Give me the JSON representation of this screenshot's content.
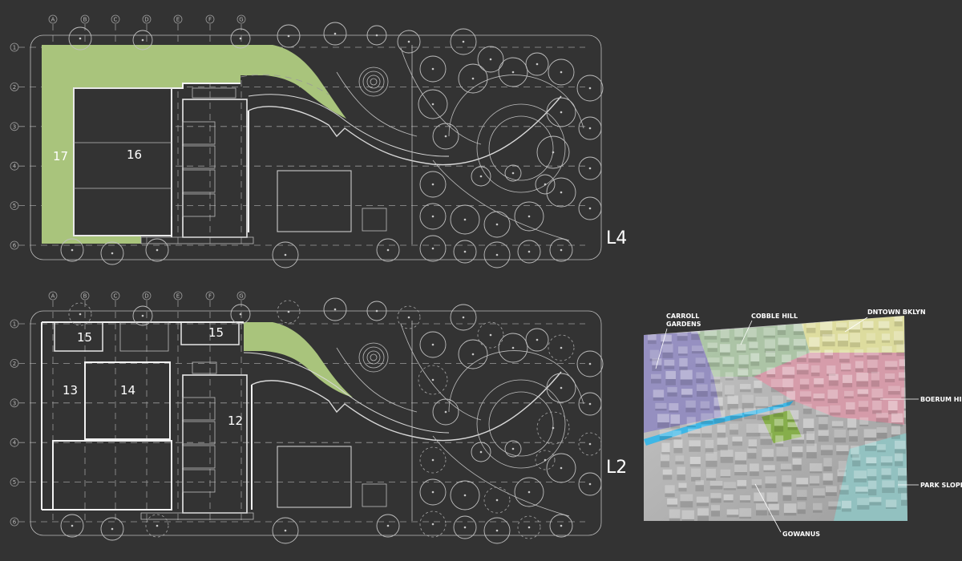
{
  "plans": [
    {
      "level": "L4",
      "grid_columns": [
        "A",
        "B",
        "C",
        "D",
        "E",
        "F",
        "G"
      ],
      "grid_rows": [
        "1",
        "2",
        "3",
        "4",
        "5",
        "6"
      ],
      "rooms": [
        "17",
        "16"
      ]
    },
    {
      "level": "L2",
      "grid_columns": [
        "A",
        "B",
        "C",
        "D",
        "E",
        "F",
        "G"
      ],
      "grid_rows": [
        "1",
        "2",
        "3",
        "4",
        "5",
        "6"
      ],
      "rooms": [
        "15",
        "15",
        "13",
        "14",
        "12"
      ]
    }
  ],
  "map": {
    "neighborhoods": [
      {
        "name_lines": [
          "CARROLL",
          "GARDENS"
        ],
        "color": "#8b83c0"
      },
      {
        "name_lines": [
          "COBBLE HILL"
        ],
        "color": "#a9c6a2"
      },
      {
        "name_lines": [
          "DNTOWN BKLYN"
        ],
        "color": "#e4e39a"
      },
      {
        "name_lines": [
          "BOERUM HILL"
        ],
        "color": "#d999a8"
      },
      {
        "name_lines": [
          "PARK SLOPE"
        ],
        "color": "#8fc7c5"
      },
      {
        "name_lines": [
          "GOWANUS"
        ],
        "color": "#b6b6b6"
      }
    ],
    "canal_color": "#3fb7e6",
    "site_color": "#7fae3a"
  },
  "colors": {
    "background": "#333333",
    "green_roof": "#a9c47c",
    "linework": "#d9d9d9"
  }
}
